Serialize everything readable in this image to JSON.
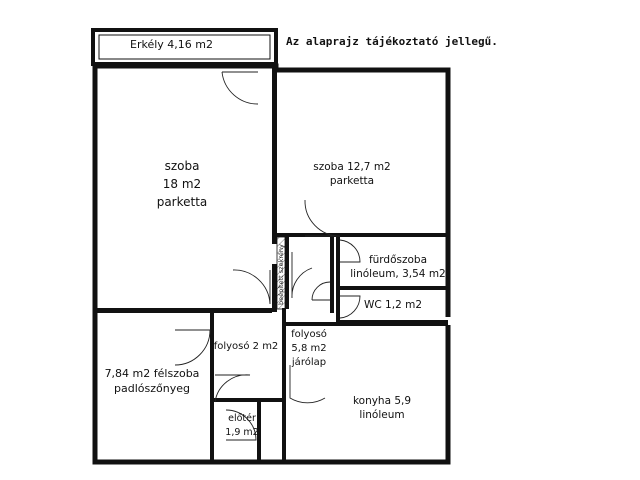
{
  "note": "Az alaprajz tájékoztató jellegű.",
  "balcony": "Erkély 4,16 m2",
  "rooms": {
    "szoba18": [
      "szoba",
      "18 m2",
      "parketta"
    ],
    "szoba127": [
      "szoba 12,7 m2",
      "parketta"
    ],
    "furdo": [
      "fürdőszoba",
      "linóleum, 3,54 m2"
    ],
    "wc": "WC 1,2 m2",
    "felszoba": [
      "7,84 m2 félszoba",
      "padlószőnyeg"
    ],
    "folyoso2": "folyosó 2 m2",
    "folyoso58": [
      "folyosó",
      "5,8 m2",
      "járólap"
    ],
    "konyha": [
      "konyha 5,9",
      "linóleum"
    ],
    "eloter": [
      "előtér",
      "1,9 m2"
    ]
  },
  "shaft": "beépített szekrény"
}
